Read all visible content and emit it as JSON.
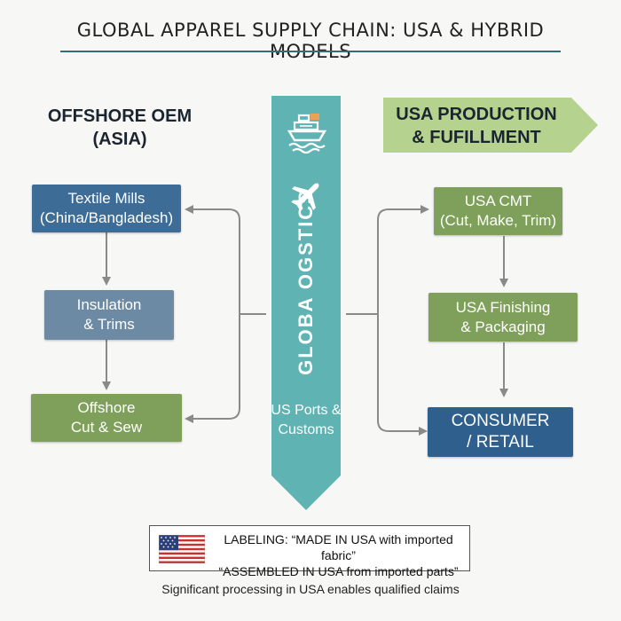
{
  "title": "GLOBAL APPAREL SUPPLY CHAIN: USA & HYBRID MODELS",
  "left_column": {
    "heading_line1": "OFFSHORE OEM",
    "heading_line2": "(ASIA)",
    "boxes": [
      {
        "line1": "Textile Mills",
        "line2": "(China/Bangladesh)"
      },
      {
        "line1": "Insulation",
        "line2": "& Trims"
      },
      {
        "line1": "Offshore",
        "line2": "Cut & Sew"
      }
    ]
  },
  "center": {
    "vertical_label": "GLOBA OGSTICS",
    "ports_line1": "US Ports &",
    "ports_line2": "Customs",
    "icons": [
      "ship-icon",
      "airplane-icon"
    ]
  },
  "right_column": {
    "heading_line1": "USA PRODUCTION",
    "heading_line2": "& FUFILLMENT",
    "boxes": [
      {
        "line1": "USA CMT",
        "line2": "(Cut, Make, Trim)"
      },
      {
        "line1": "USA Finishing",
        "line2": "& Packaging"
      },
      {
        "line1": "CONSUMER",
        "line2": "/ RETAIL"
      }
    ]
  },
  "labeling": {
    "line1": "LABELING: “MADE IN USA with imported fabric”",
    "line2": "“ASSEMBLED IN USA from imported parts”",
    "flag_icon": "us-flag-icon"
  },
  "footnote": "Significant processing in USA enables qualified claims",
  "colors": {
    "accent_teal": "#5fb3b3",
    "box_blue": "#3d6c97",
    "box_slate": "#6c8aa3",
    "box_green": "#7fa05a",
    "box_navy": "#2f5f8c",
    "banner_green": "#b5d38f"
  }
}
